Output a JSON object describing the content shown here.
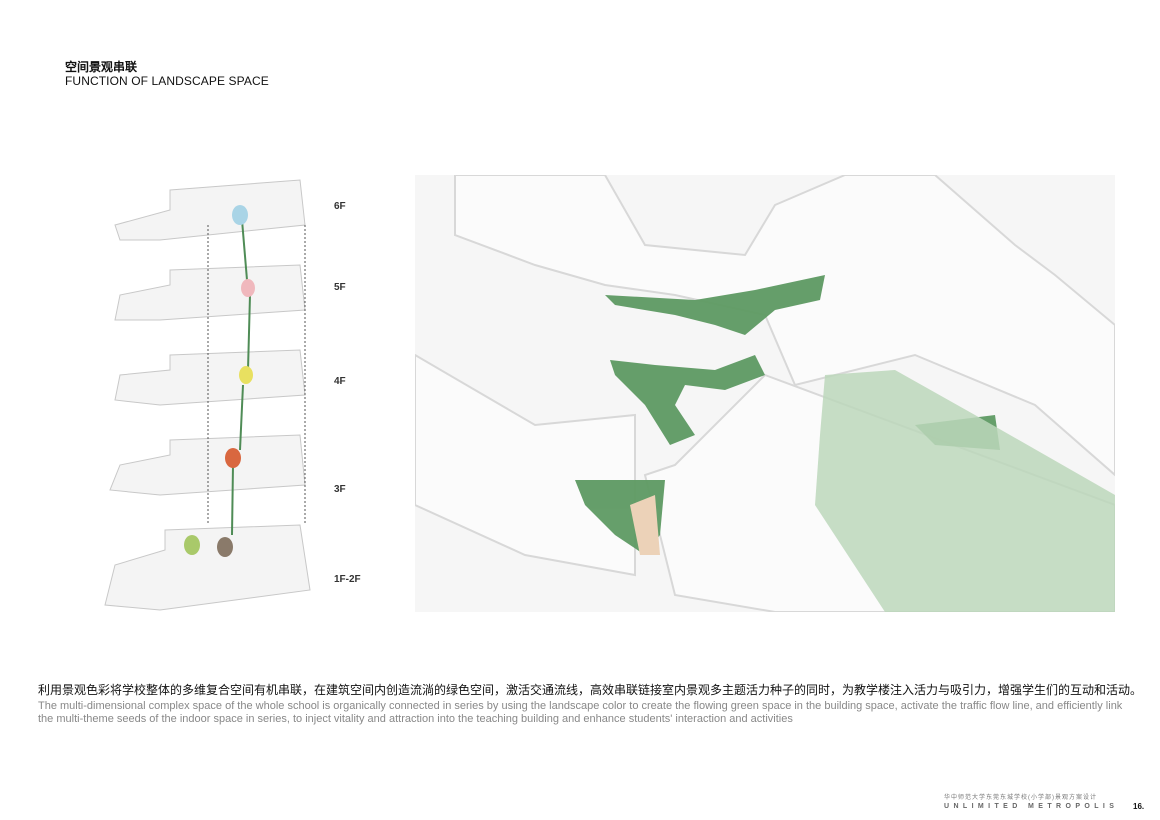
{
  "header": {
    "title_cn": "空间景观串联",
    "title_en": "FUNCTION OF LANDSCAPE SPACE"
  },
  "floors": [
    "6F",
    "5F",
    "4F",
    "3F",
    "1F-2F"
  ],
  "seed_colors": [
    "#a9d4e6",
    "#f0b8bd",
    "#e8e060",
    "#d9673f",
    "#a9c96a",
    "#8a7a6a"
  ],
  "accent_green": "#5e9a63",
  "description": {
    "cn": "利用景观色彩将学校整体的多维复合空间有机串联，在建筑空间内创造流淌的绿色空间，激活交通流线，高效串联链接室内景观多主题活力种子的同时，为教学楼注入活力与吸引力，增强学生们的互动和活动。",
    "en": "The multi-dimensional complex space of the whole school is organically connected in series by using the landscape color to create the flowing green space in the building space, activate the traffic flow line, and efficiently link the multi-theme seeds of the indoor space in series, to inject vitality and attraction into the teaching building and enhance students' interaction and activities"
  },
  "footer": {
    "project_cn": "华中师范大学东莞东城学校(小学部)景观方案设计",
    "brand": "UNLIMITED  METROPOLIS",
    "page": "16."
  }
}
